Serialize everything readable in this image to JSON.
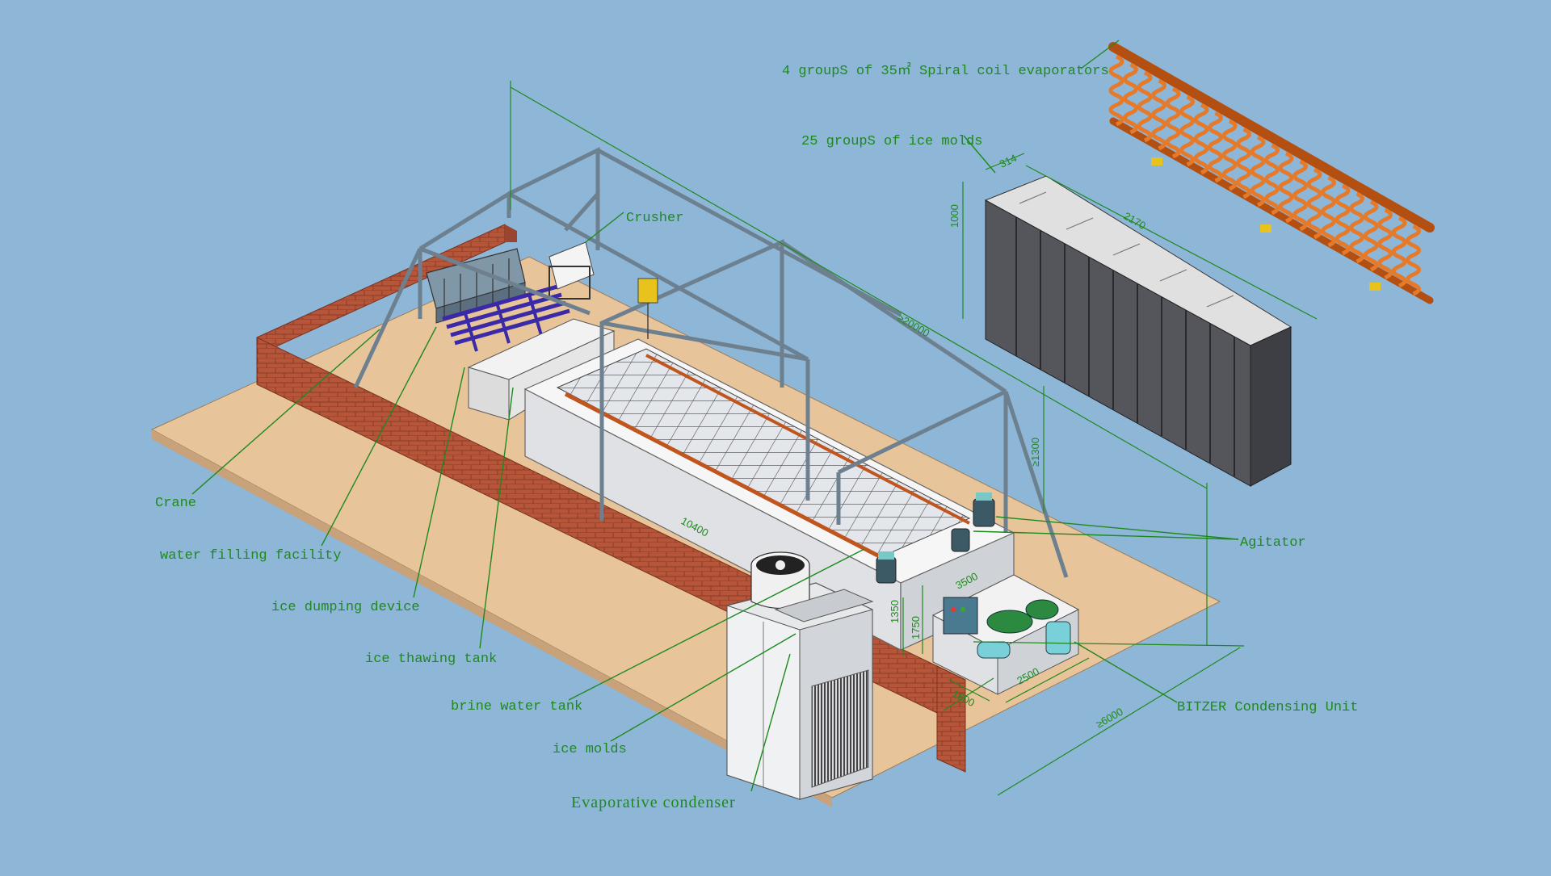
{
  "labels": {
    "evaporators": "4 groupS of 35㎡ Spiral coil evaporators",
    "ice_mold_groups": "25 groupS of ice molds",
    "crusher": "Crusher",
    "crane": "Crane",
    "water_filling": "water filling facility",
    "ice_dumping": "ice dumping device",
    "ice_thawing": "ice thawing tank",
    "brine_tank": "brine water tank",
    "ice_molds": "ice molds",
    "evap_condenser": "Evaporative condenser",
    "agitator": "Agitator",
    "bitzer": "BITZER Condensing Unit"
  },
  "dimensions": {
    "d314": "314",
    "d2170": "2170",
    "d1000": "1000",
    "d20000": "≥20000",
    "d10400": "10400",
    "d1300": "≥1300",
    "d3500": "3500",
    "d1350": "1350",
    "d1750": "1750",
    "d1600": "1600",
    "d2500": "2500",
    "d6000": "≥6000"
  },
  "colors": {
    "background": "#8eb6d6",
    "floor": "#e8c49a",
    "brick": "#b5553a",
    "annotation": "#1e8a1e",
    "steel": "#6d8090",
    "coil": "#d8671a",
    "mold": "#55565c"
  }
}
